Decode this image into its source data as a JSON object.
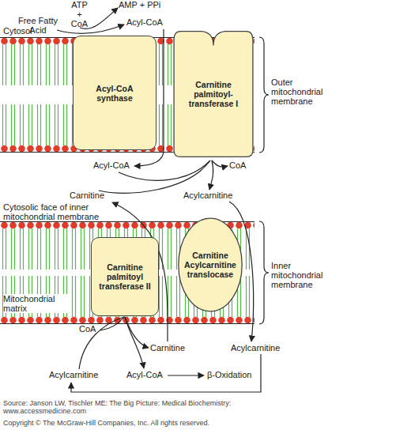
{
  "diagram": {
    "nodes": [
      {
        "text": [
          "Acyl-CoA synthase"
        ]
      },
      {
        "text": [
          "Carnitine palmitoyl-transferase I"
        ]
      },
      {
        "text": [
          "Carnitine palmitoyl transferase II"
        ]
      },
      {
        "text": [
          "Carnitine Acylcarnitine translocase"
        ]
      }
    ],
    "labels": [
      "ATP + CoA",
      "AMP + PPi",
      "Free Fatty Acid",
      "Acyl-CoA",
      "Cytosol",
      "Outer mitochondrial membrane",
      "Acyl-CoA",
      "CoA",
      "Carnitine",
      "Acylcarnitine",
      "Cytosolic face of inner mitochondrial membrane",
      "Inner mitochondrial membrane",
      "Mitochondrial matrix",
      "CoA",
      "Carnitine",
      "Acylcarnitine",
      "Acylcarnitine",
      "Acyl-CoA",
      "β-Oxidation",
      "Source: Janson LW, Tischler ME: The Big Picture: Medical Biochemistry: www.accessmedicine.com",
      "Copyright © The McGraw-Hill Companies, Inc. All rights reserved."
    ]
  }
}
